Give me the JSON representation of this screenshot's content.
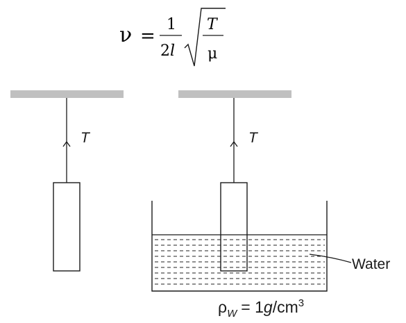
{
  "formula": {
    "lhs": "ν",
    "equals": "=",
    "numerator": "1",
    "denominator": "2",
    "denominator_var": "l",
    "radicand_numerator": "T",
    "radicand_denominator": "μ"
  },
  "left_setup": {
    "tension_label": "T"
  },
  "right_setup": {
    "tension_label": "T",
    "liquid_label": "Water",
    "density": {
      "symbol": "ρ",
      "subscript": "W",
      "equals_value": "= 1",
      "unit_g": "g",
      "unit_rest": "/cm",
      "exponent": "3"
    }
  },
  "colors": {
    "ceiling": "#c0c0c0",
    "ink": "#1a1a1a",
    "water_dash": "#222222"
  }
}
